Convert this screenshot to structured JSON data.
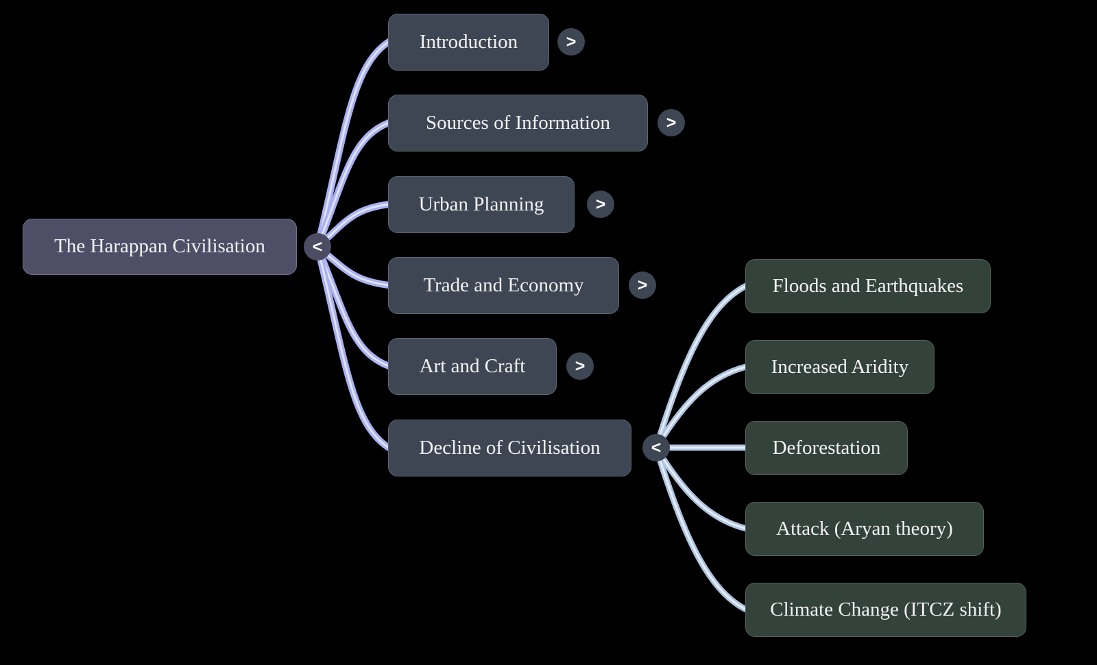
{
  "nodes": {
    "root": {
      "label": "The Harappan Civilisation",
      "toggle": "<"
    },
    "level1": [
      {
        "label": "Introduction",
        "toggle": ">"
      },
      {
        "label": "Sources of Information",
        "toggle": ">"
      },
      {
        "label": "Urban Planning",
        "toggle": ">"
      },
      {
        "label": "Trade and Economy",
        "toggle": ">"
      },
      {
        "label": "Art and Craft",
        "toggle": ">"
      },
      {
        "label": "Decline of Civilisation",
        "toggle": "<"
      }
    ],
    "level2": [
      {
        "label": "Floods and Earthquakes"
      },
      {
        "label": "Increased Aridity"
      },
      {
        "label": "Deforestation"
      },
      {
        "label": "Attack (Aryan theory)"
      },
      {
        "label": "Climate Change (ITCZ shift)"
      }
    ]
  },
  "colors": {
    "background": "#000000",
    "root_fill": "#4e4f66",
    "branch_fill": "#3e4653",
    "leaf_fill": "#33423b",
    "edge_level1": "#a9b1f0",
    "edge_level1_core": "#dfe3fb",
    "edge_level2": "#aec4e0",
    "edge_level2_core": "#e6edf8",
    "text": "#f2f2f4"
  }
}
